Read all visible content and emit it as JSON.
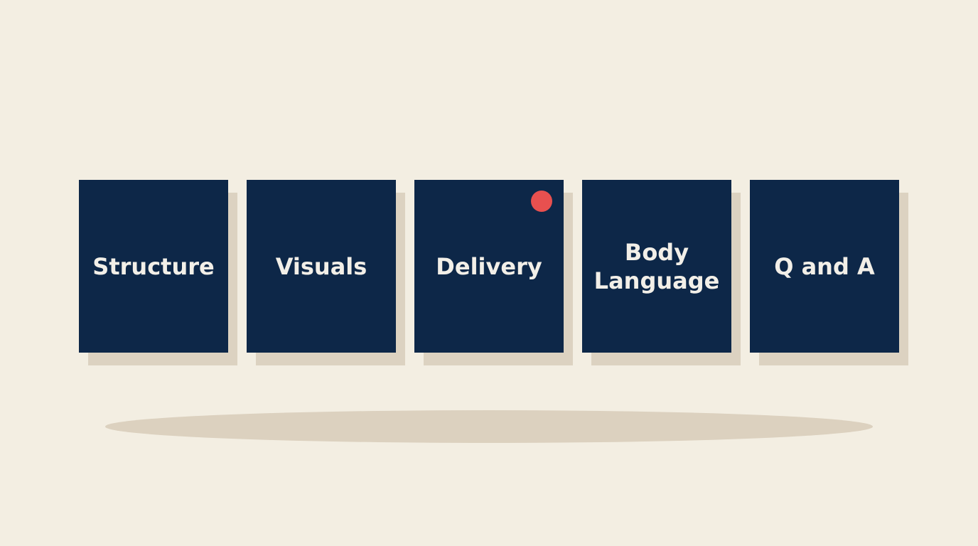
{
  "cards": [
    {
      "label": "Structure",
      "highlighted": false
    },
    {
      "label": "Visuals",
      "highlighted": false
    },
    {
      "label": "Delivery",
      "highlighted": true
    },
    {
      "label": "Body\nLanguage",
      "highlighted": false
    },
    {
      "label": "Q and A",
      "highlighted": false
    }
  ],
  "colors": {
    "background": "#f3eee2",
    "card": "#0d2748",
    "card_text": "#f2efe8",
    "card_shadow": "#dcd2c1",
    "indicator": "#e8504f"
  }
}
